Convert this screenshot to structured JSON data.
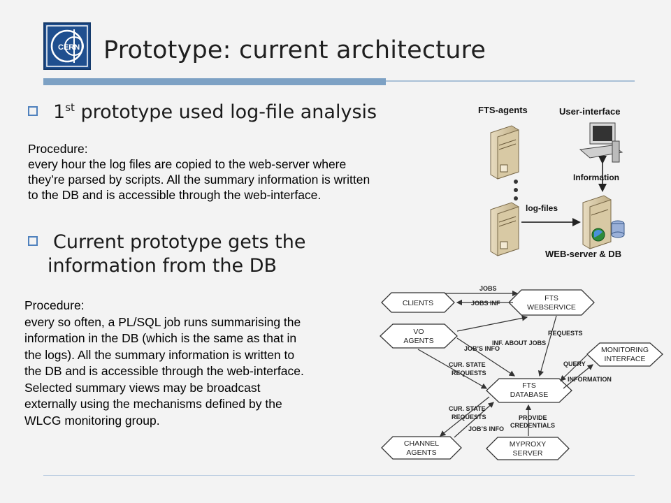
{
  "slide": {
    "title": "Prototype: current architecture",
    "logo_text": "CERN",
    "bullet1": {
      "pre": "1",
      "sup": "st",
      "post": " prototype used log-file analysis"
    },
    "procedure1": {
      "heading": "Procedure:",
      "lines": [
        "every hour the log files are copied to the web-server where",
        "they’re parsed by scripts. All the summary information is written",
        "to the DB and is accessible through the web-interface."
      ]
    },
    "bullet2": {
      "lines": [
        "Current prototype gets the",
        "information from the DB"
      ]
    },
    "procedure2": {
      "heading": "Procedure:",
      "lines": [
        "every so often, a PL/SQL job runs summarising the",
        "information in the DB (which is the same as that in",
        "the logs). All the summary information is written to",
        "the DB and is accessible through the web-interface.",
        "Selected summary views may be broadcast",
        "externally using the mechanisms defined by the",
        "WLCG monitoring group."
      ]
    }
  },
  "diagram1": {
    "labels": {
      "fts_agents": "FTS-agents",
      "user_interface": "User-interface",
      "information": "Information",
      "log_files": "log-files",
      "web_server": "WEB-server & DB"
    }
  },
  "diagram2": {
    "nodes": {
      "clients": "CLIENTS",
      "fts_ws_1": "FTS",
      "fts_ws_2": "WEBSERVICE",
      "vo_1": "VO",
      "vo_2": "AGENTS",
      "mon_1": "MONITORING",
      "mon_2": "INTERFACE",
      "db_1": "FTS",
      "db_2": "DATABASE",
      "ch_1": "CHANNEL",
      "ch_2": "AGENTS",
      "mp_1": "MYPROXY",
      "mp_2": "SERVER"
    },
    "edges": {
      "jobs": "JOBS",
      "jobs_inf": "JOBS INF",
      "requests": "REQUESTS",
      "inf_about_jobs": "INF. ABOUT JOBS",
      "jobs_info_1": "JOB’S INFO",
      "query": "QUERY",
      "information": "INFORMATION",
      "cur_state_1a": "CUR. STATE",
      "cur_state_1b": "REQUESTS",
      "cur_state_2a": "CUR. STATE",
      "cur_state_2b": "REQUESTS",
      "jobs_info_2": "JOB’S INFO",
      "provide_1": "PROVIDE",
      "provide_2": "CREDENTIALS"
    }
  }
}
